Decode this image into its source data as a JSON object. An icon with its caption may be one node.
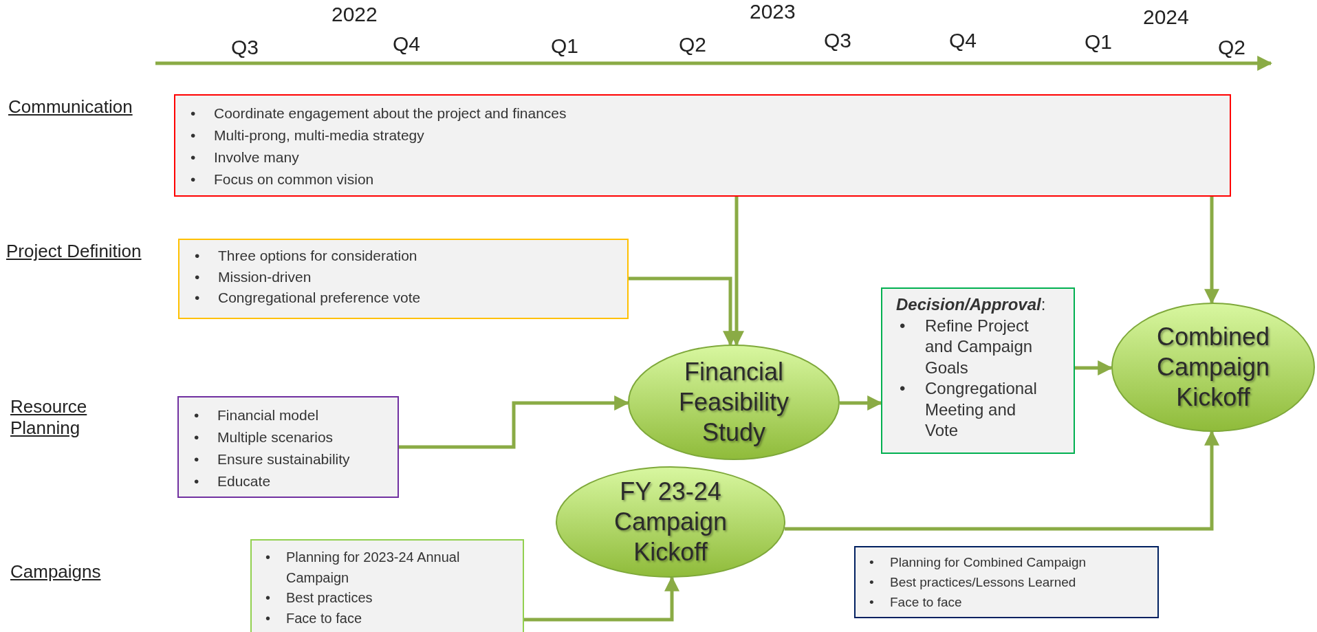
{
  "diagram": {
    "nodes": [
      {
        "text": [
          "•",
          "Coordinate engagement about the project and finances",
          "•",
          "Multi-prong, multi-media strategy",
          "•",
          "Involve many",
          "•",
          "Focus on common vision"
        ]
      },
      {
        "text": [
          "•",
          "Three options for consideration",
          "•",
          "Mission-driven",
          "•",
          "Congregational preference vote"
        ]
      },
      {
        "text": [
          "•",
          "Financial model",
          "•",
          "Multiple scenarios",
          "•",
          "Ensure sustainability",
          "•",
          "Educate"
        ]
      },
      {
        "text": [
          "Financial Feasibility Study"
        ]
      },
      {
        "text": [
          "**Decision/Approval**:",
          "•",
          "Refine Project and Campaign Goals",
          "•",
          "Congregational Meeting and Vote"
        ]
      },
      {
        "text": [
          "Combined Campaign Kickoff"
        ]
      },
      {
        "text": [
          "FY 23-24 Campaign Kickoff"
        ]
      },
      {
        "text": [
          "•",
          "Planning for 2023-24 Annual Campaign",
          "•",
          "Best practices",
          "•",
          "Face to face"
        ]
      },
      {
        "text": [
          "•",
          "Planning for Combined Campaign",
          "•",
          "Best practices/Lessons Learned",
          "•",
          "Face to face"
        ]
      }
    ],
    "edges": [
      {
        "from": 0,
        "to": 3,
        "arrow": "to"
      },
      {
        "from": 1,
        "to": 3,
        "arrow": "to"
      },
      {
        "from": 2,
        "to": 3,
        "arrow": "to"
      },
      {
        "from": 3,
        "to": 4,
        "arrow": "to"
      },
      {
        "from": 4,
        "to": 5,
        "arrow": "to"
      },
      {
        "from": 0,
        "to": 5,
        "arrow": "to"
      },
      {
        "from": 6,
        "to": 5,
        "arrow": "to"
      },
      {
        "from": 7,
        "to": 6,
        "arrow": "to"
      }
    ],
    "labels": [
      "2022",
      "2023",
      "2024",
      "Q3",
      "Q4",
      "Q1",
      "Q2",
      "Q3",
      "Q4",
      "Q1",
      "Q2",
      "Communication",
      "Project Definition",
      "Resource Planning",
      "Campaigns"
    ]
  }
}
